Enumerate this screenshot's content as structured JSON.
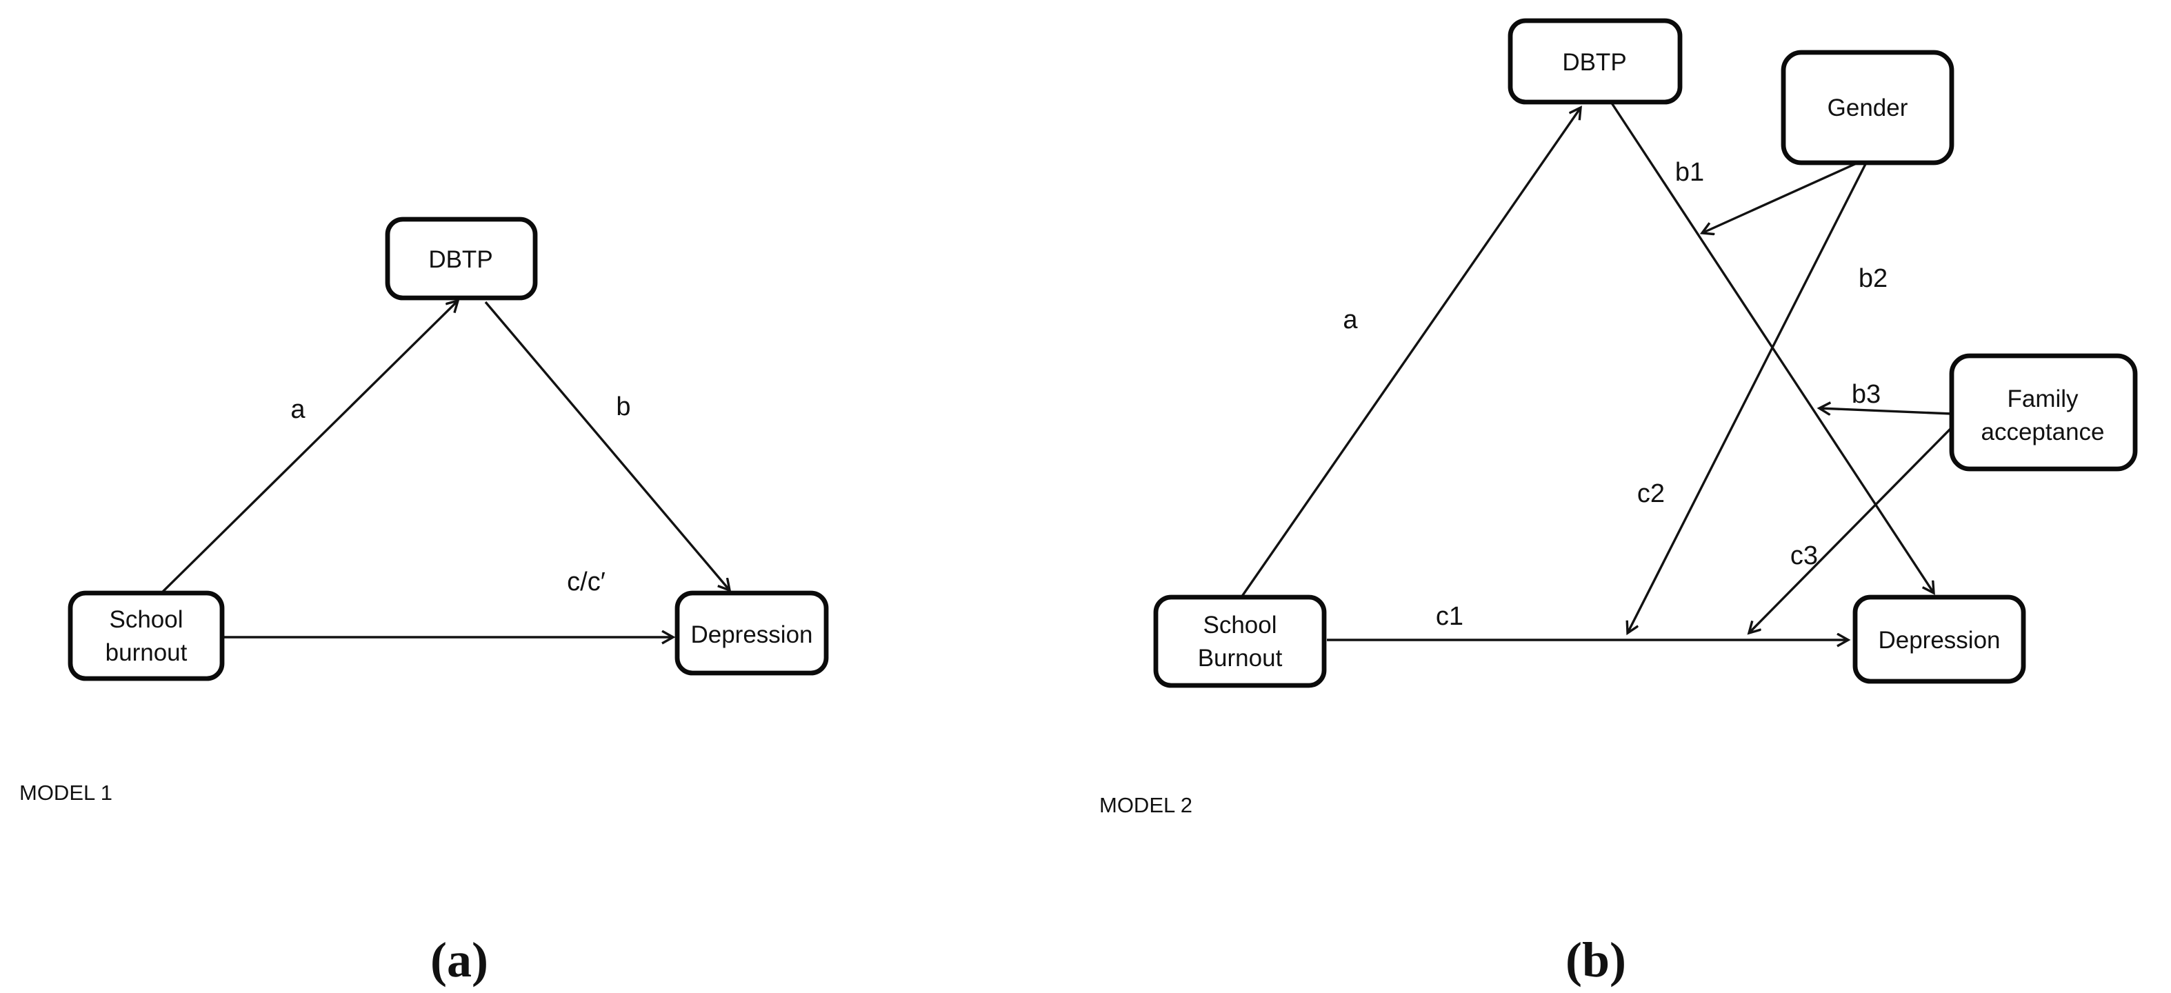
{
  "figure": {
    "model1": {
      "label": "MODEL 1",
      "caption": "(a)",
      "nodes": {
        "dbtp": "DBTP",
        "school_burnout_line1": "School",
        "school_burnout_line2": "burnout",
        "depression": "Depression"
      },
      "paths": {
        "a": "a",
        "b": "b",
        "c": "c/c′"
      },
      "edges": [
        {
          "from": "School burnout",
          "to": "DBTP",
          "label": "a"
        },
        {
          "from": "DBTP",
          "to": "Depression",
          "label": "b"
        },
        {
          "from": "School burnout",
          "to": "Depression",
          "label": "c/c′"
        }
      ]
    },
    "model2": {
      "label": "MODEL 2",
      "caption": "(b)",
      "nodes": {
        "dbtp": "DBTP",
        "gender": "Gender",
        "family_line1": "Family",
        "family_line2": "acceptance",
        "school_burnout_line1": "School",
        "school_burnout_line2": "Burnout",
        "depression": "Depression"
      },
      "paths": {
        "a": "a",
        "b1": "b1",
        "b2": "b2",
        "b3": "b3",
        "c1": "c1",
        "c2": "c2",
        "c3": "c3"
      },
      "edges": [
        {
          "from": "School Burnout",
          "to": "DBTP",
          "label": "a"
        },
        {
          "from": "DBTP",
          "to": "Depression",
          "label": ""
        },
        {
          "from": "Gender",
          "to": "path DBTP-Depression",
          "label": "b1"
        },
        {
          "from": "Gender",
          "to": "path School Burnout-Depression",
          "label": "b2 / c2"
        },
        {
          "from": "Family acceptance",
          "to": "path DBTP-Depression",
          "label": "b3"
        },
        {
          "from": "Family acceptance",
          "to": "path School Burnout-Depression",
          "label": "c3"
        },
        {
          "from": "School Burnout",
          "to": "Depression",
          "label": "c1"
        }
      ]
    }
  }
}
